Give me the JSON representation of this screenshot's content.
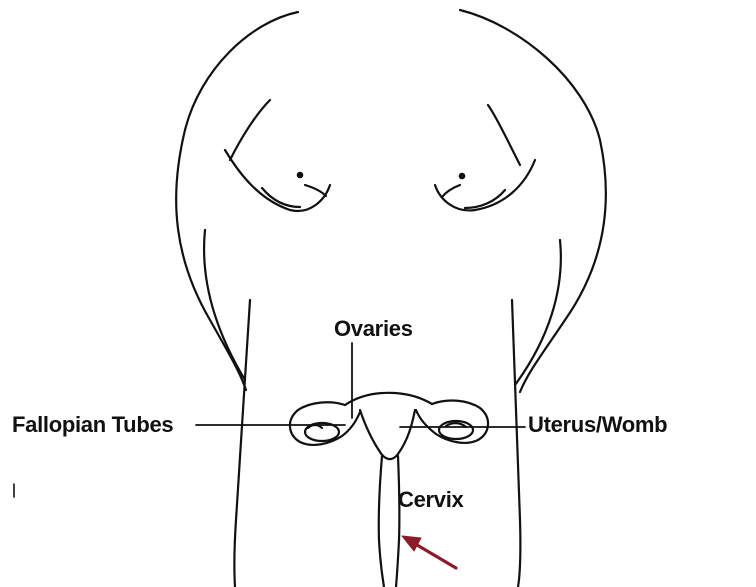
{
  "labels": {
    "ovaries": "Ovaries",
    "fallopian_tubes": "Fallopian Tubes",
    "uterus_womb": "Uterus/Womb",
    "cervix": "Cervix"
  },
  "colors": {
    "line": "#111111",
    "arrow": "#8b1a2b",
    "background": "#ffffff"
  }
}
